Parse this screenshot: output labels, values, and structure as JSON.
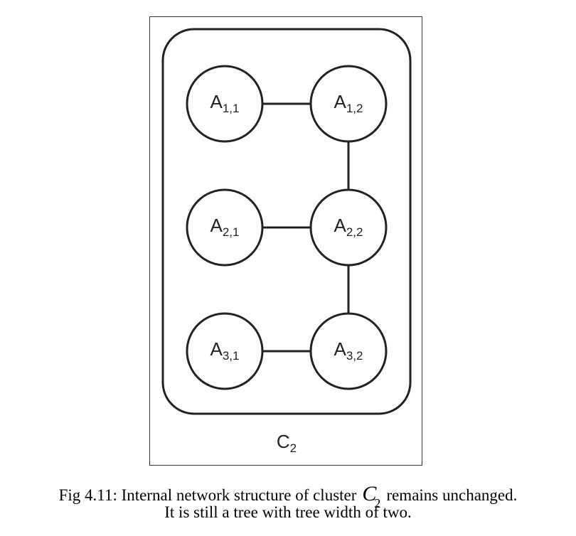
{
  "diagram": {
    "cluster": {
      "name": "C",
      "subscript": "2"
    },
    "nodes": [
      {
        "id": "a11",
        "base": "A",
        "sub": "1,1"
      },
      {
        "id": "a12",
        "base": "A",
        "sub": "1,2"
      },
      {
        "id": "a21",
        "base": "A",
        "sub": "2,1"
      },
      {
        "id": "a22",
        "base": "A",
        "sub": "2,2"
      },
      {
        "id": "a31",
        "base": "A",
        "sub": "3,1"
      },
      {
        "id": "a32",
        "base": "A",
        "sub": "3,2"
      }
    ],
    "edges": [
      {
        "from": "a11",
        "to": "a12"
      },
      {
        "from": "a12",
        "to": "a22"
      },
      {
        "from": "a21",
        "to": "a22"
      },
      {
        "from": "a22",
        "to": "a32"
      },
      {
        "from": "a31",
        "to": "a32"
      }
    ]
  },
  "caption": {
    "prefix": "Fig 4.11: Internal network structure of cluster",
    "symbol": "C",
    "symbol_subscript": "2",
    "suffix": "remains unchanged.",
    "line2": "It is still a tree with tree width of two."
  }
}
